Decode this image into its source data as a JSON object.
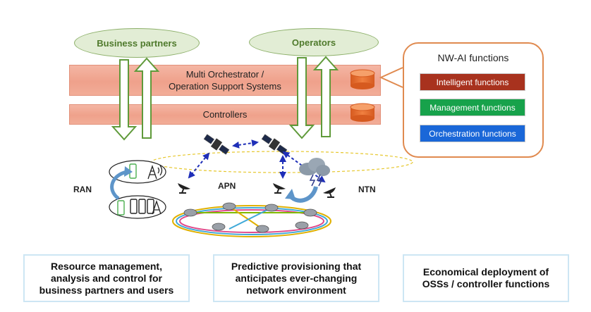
{
  "top_labels": {
    "business_partners": "Business partners",
    "operators": "Operators"
  },
  "bands": {
    "orchestrator": "Multi Orchestrator /\nOperation Support Systems",
    "controllers": "Controllers"
  },
  "nw_ai": {
    "title": "NW-AI functions",
    "functions": [
      {
        "label": "Intelligent functions",
        "color": "#a8321e"
      },
      {
        "label": "Management functions",
        "color": "#17a24b"
      },
      {
        "label": "Orchestration functions",
        "color": "#1a67d8"
      }
    ]
  },
  "network_labels": {
    "ran": "RAN",
    "apn": "APN",
    "ntn": "NTN"
  },
  "bottom_boxes": [
    "Resource management,\nanalysis and control for\nbusiness partners and users",
    "Predictive provisioning that\nanticipates ever-changing\nnetwork environment",
    "Economical deployment of\nOSSs / controller functions"
  ],
  "colors": {
    "arrow_green": "#5f9a3a",
    "satellite_link": "#1f2fb8",
    "database": "#e46a2c"
  }
}
